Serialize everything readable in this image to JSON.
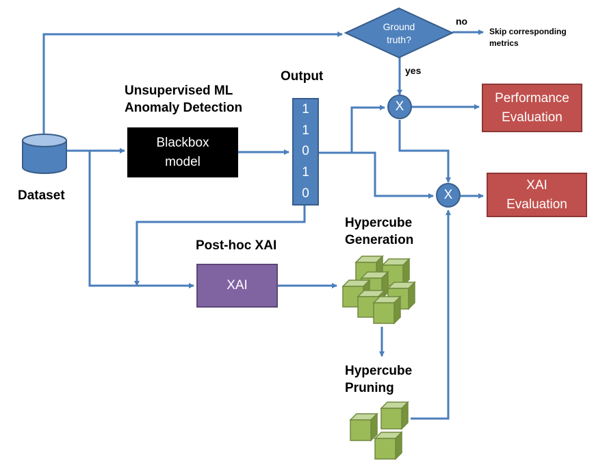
{
  "labels": {
    "dataset": "Dataset",
    "unsupervised": "Unsupervised ML\nAnomaly Detection",
    "output": "Output",
    "post_hoc": "Post-hoc XAI",
    "hypercube_generation": "Hypercube\nGeneration",
    "hypercube_pruning": "Hypercube\nPruning",
    "no": "no",
    "yes": "yes",
    "skip": "Skip corresponding\nmetrics"
  },
  "nodes": {
    "blackbox": "Blackbox\nmodel",
    "xai": "XAI",
    "performance": "Performance\nEvaluation",
    "xai_evaluation": "XAI\nEvaluation",
    "ground_truth": "Ground\ntruth?",
    "combine_symbol": "X"
  },
  "output_bits": [
    "1",
    "1",
    "0",
    "1",
    "0"
  ],
  "colors": {
    "arrow": "#4a7ebb",
    "dataset_fill": "#4f81bd",
    "blackbox_fill": "#000000",
    "xai_fill": "#8064a2",
    "evaluation_fill": "#c0504d",
    "cube_fill": "#9bbb59",
    "cube_stroke": "#71893f"
  }
}
